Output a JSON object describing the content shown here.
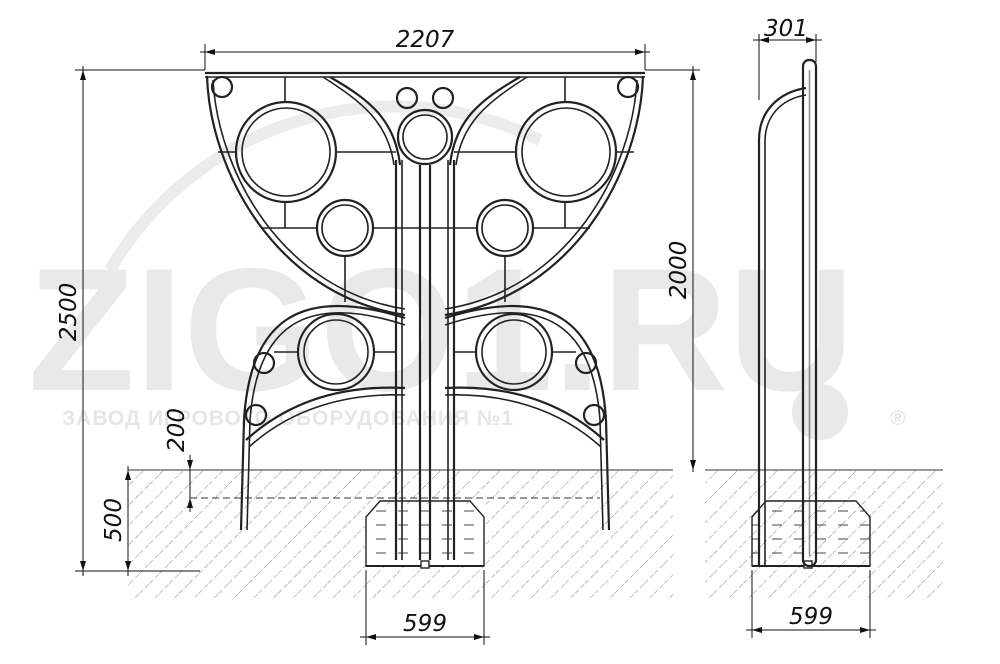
{
  "dimensions": {
    "width_total": "2207",
    "depth_side": "301",
    "height_total": "2500",
    "height_above_ground": "2000",
    "burial_depth": "500",
    "offset": "200",
    "footing_front": "599",
    "footing_side": "599"
  },
  "watermark": {
    "logo": "ZIGO1.RU",
    "tagline": "ЗАВОД ИГРОВОГО ОБОРУДОВАНИЯ №1",
    "registered": "®"
  },
  "colors": {
    "line": "#222222",
    "watermark": "#e9e9e9",
    "background": "#ffffff"
  }
}
